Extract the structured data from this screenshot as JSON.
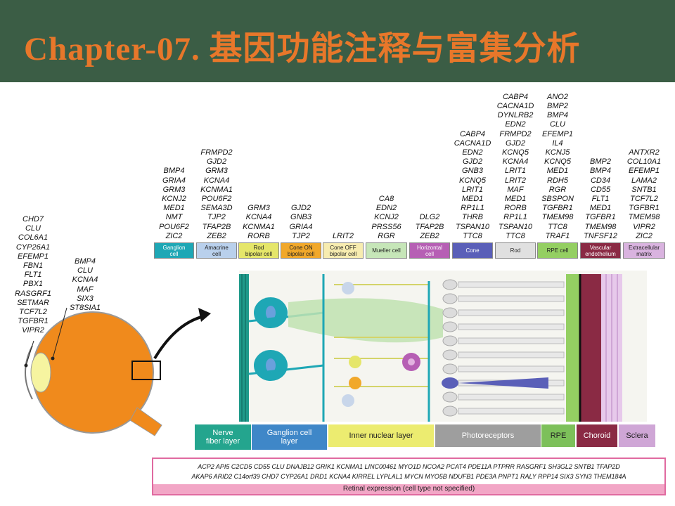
{
  "title": "Chapter-07. 基因功能注释与富集分析",
  "eye_genes": {
    "outer": [
      "CHD7",
      "CLU",
      "COL6A1",
      "CYP26A1",
      "EFEMP1",
      "FBN1",
      "FLT1",
      "PBX1",
      "RASGRF1",
      "SETMAR",
      "TCF7L2",
      "TGFBR1",
      "VIPR2"
    ],
    "lens": [
      "BMP4",
      "CLU",
      "KCNA4",
      "MAF",
      "SIX3",
      "ST8SIA1"
    ]
  },
  "cell_types": [
    {
      "label": "Ganglion\ncell",
      "color": "#1ea7b5",
      "genes": [
        "BMP4",
        "GRIA4",
        "GRM3",
        "KCNJ2",
        "MED1",
        "NMT",
        "POU6F2",
        "ZIC2"
      ]
    },
    {
      "label": "Amacrine\ncell",
      "color": "#b9d0ec",
      "genes": [
        "FRMPD2",
        "GJD2",
        "GRM3",
        "KCNA4",
        "KCNMA1",
        "POU6F2",
        "SEMA3D",
        "TJP2",
        "TFAP2B",
        "ZEB2"
      ]
    },
    {
      "label": "Rod\nbipolar cell",
      "color": "#e5e66a",
      "genes": [
        "GRM3",
        "KCNA4",
        "KCNMA1",
        "RORB"
      ]
    },
    {
      "label": "Cone ON\nbipolar cell",
      "color": "#f1a82a",
      "genes": [
        "GJD2",
        "GNB3",
        "GRIA4",
        "TJP2"
      ]
    },
    {
      "label": "Cone OFF\nbipolar cell",
      "color": "#f7ecb0",
      "genes": [
        "LRIT2"
      ]
    },
    {
      "label": "Mueller cell",
      "color": "#c6e6b8",
      "genes": [
        "CA8",
        "EDN2",
        "KCNJ2",
        "PRSS56",
        "RGR"
      ]
    },
    {
      "label": "Horizontal\ncell",
      "color": "#b65fb4",
      "genes": [
        "DLG2",
        "TFAP2B",
        "ZEB2"
      ]
    },
    {
      "label": "Cone",
      "color": "#5a5fb8",
      "genes": [
        "CABP4",
        "CACNA1D",
        "EDN2",
        "GJD2",
        "GNB3",
        "KCNQ5",
        "LRIT1",
        "MED1",
        "RP1L1",
        "THRB",
        "TSPAN10",
        "TTC8"
      ]
    },
    {
      "label": "Rod",
      "color": "#e0e0e0",
      "genes": [
        "CABP4",
        "CACNA1D",
        "DYNLRB2",
        "EDN2",
        "FRMPD2",
        "GJD2",
        "KCNQ5",
        "KCNA4",
        "LRIT1",
        "LRIT2",
        "MAF",
        "MED1",
        "RORB",
        "RP1L1",
        "TSPAN10",
        "TTC8"
      ]
    },
    {
      "label": "RPE cell",
      "color": "#94cf62",
      "genes": [
        "ANO2",
        "BMP2",
        "BMP4",
        "CLU",
        "EFEMP1",
        "IL4",
        "KCNJ5",
        "KCNQ5",
        "MED1",
        "RDH5",
        "RGR",
        "SBSPON",
        "TGFBR1",
        "TMEM98",
        "TTC8",
        "TRAF1"
      ]
    },
    {
      "label": "Vascular\nendothelium",
      "color": "#8a2a44",
      "genes": [
        "BMP2",
        "BMP4",
        "CD34",
        "CD55",
        "FLT1",
        "MED1",
        "TGFBR1",
        "TMEM98",
        "TNFSF12"
      ]
    },
    {
      "label": "Extracellular\nmatrix",
      "color": "#d9b3df",
      "genes": [
        "ANTXR2",
        "COL10A1",
        "EFEMP1",
        "LAMA2",
        "SNTB1",
        "TCF7L2",
        "TGFBR1",
        "TMEM98",
        "VIPR2",
        "ZIC2"
      ]
    }
  ],
  "layers": [
    {
      "label": "Nerve\nfiber layer",
      "color": "#24a58e"
    },
    {
      "label": "Ganglion cell\nlayer",
      "color": "#3f87c8"
    },
    {
      "label": "Inner nuclear layer",
      "color": "#ecec70"
    },
    {
      "label": "Photoreceptors",
      "color": "#9e9e9e"
    },
    {
      "label": "RPE",
      "color": "#7dc05a"
    },
    {
      "label": "Choroid",
      "color": "#8a2a44"
    },
    {
      "label": "Sclera",
      "color": "#cfa6d6"
    }
  ],
  "retinal_expression": {
    "row1": "ACP2  API5  C2CD5  CD55  CLU  DNAJB12  GRIK1  KCNMA1  LINC00461  MYO1D  NCOA2  PCAT4  PDE11A  PTPRR  RASGRF1  SH3GL2  SNTB1  TFAP2D",
    "row2": "AKAP6  ARID2  C14orf39  CHD7  CYP26A1  DRD1  KCNA4  KIRREL  LYPLAL1  MYCN  MYO5B  NDUFB1  PDE3A  PNPT1  RALY  RPP14  SIX3  SYN3  THEM184A",
    "caption": "Retinal expression (cell type not specified)"
  }
}
